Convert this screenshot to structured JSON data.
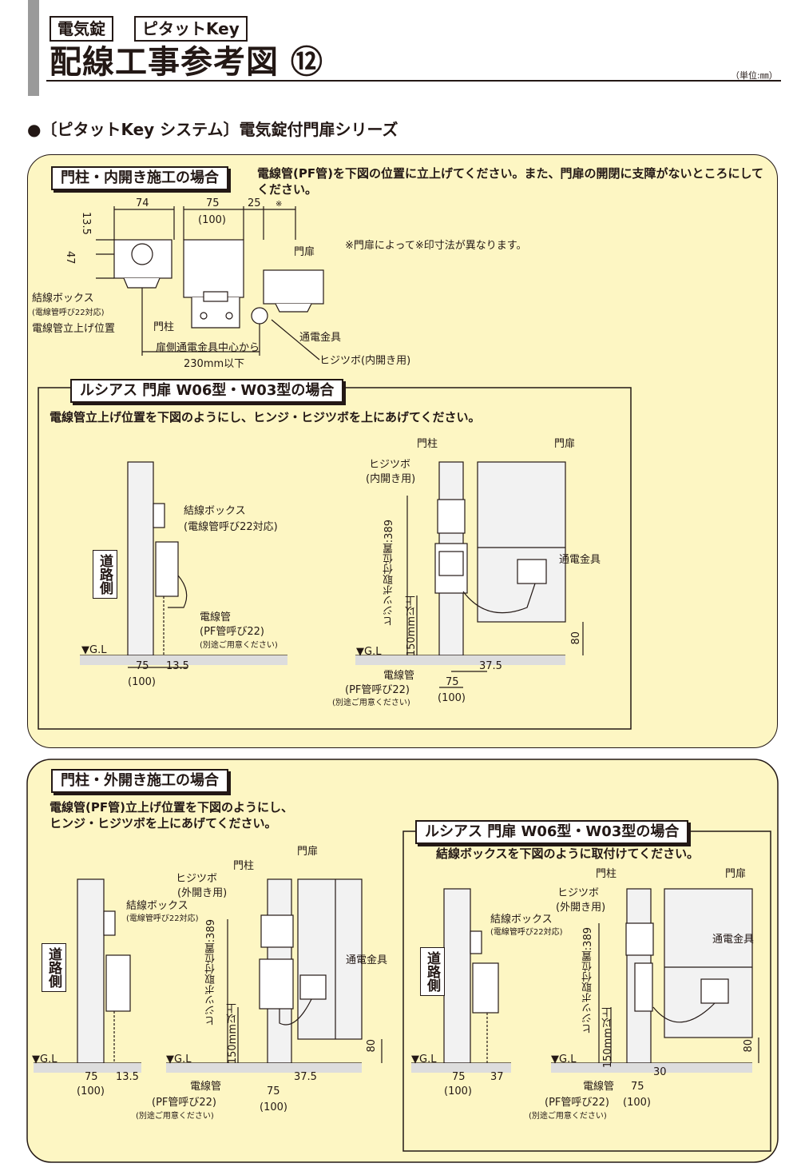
{
  "header": {
    "tag1": "電気錠",
    "tag2": "ピタットKey",
    "title": "配線工事参考図 ⑫",
    "unit": "（単位:㎜）"
  },
  "section_heading": "●〔ピタットKey システム〕電気錠付門扉シリーズ",
  "panel1": {
    "label": "門柱・内開き施工の場合",
    "instruction": "電線管(PF管)を下図の位置に立上げてください。また、門扉の開閉に支障がないところにしてください。",
    "note": "※門扉によって※印寸法が異なります。",
    "dims": {
      "d74": "74",
      "d75": "75",
      "d100": "(100)",
      "d25": "25",
      "dstar": "※",
      "d13_5": "13.5",
      "d47": "47"
    },
    "labels": {
      "box": "結線ボックス",
      "box_sub": "(電線管呼び22対応)",
      "riser": "電線管立上げ位置",
      "pillar": "門柱",
      "door": "門扉",
      "fitting": "通電金具",
      "hinge": "ヒジツボ(内開き用)",
      "center1": "扉側通電金具中心から",
      "center2": "230mm以下"
    },
    "sub": {
      "label": "ルシアス 門扉 W06型・W03型の場合",
      "instruction": "電線管立上げ位置を下図のようにし、ヒンジ・ヒジツボを上にあげてください。",
      "road": "道路側",
      "box": "結線ボックス",
      "box_sub": "(電線管呼び22対応)",
      "conduit": "電線管",
      "conduit_sub": "(PF管呼び22)",
      "conduit_note": "(別途ご用意ください)",
      "gl": "▼G.L",
      "d75": "75",
      "d13_5": "13.5",
      "d100": "(100)",
      "pillar": "門柱",
      "door": "門扉",
      "hinge": "ヒジツボ",
      "hinge_sub": "(内開き用)",
      "fitting": "通電金具",
      "v389": "ヒジツボ取付位置:389",
      "v150": "150mm以上",
      "d80": "80",
      "gl2": "▼G.L",
      "d37_5": "37.5",
      "d75b": "75",
      "d100b": "(100)",
      "conduit2": "電線管",
      "conduit2_sub": "(PF管呼び22)",
      "conduit2_note": "(別途ご用意ください)"
    }
  },
  "panel2": {
    "label": "門柱・外開き施工の場合",
    "instruction1": "電線管(PF管)立上げ位置を下図のようにし、",
    "instruction2": "ヒンジ・ヒジツボを上にあげてください。",
    "left": {
      "road": "道路側",
      "box": "結線ボックス",
      "box_sub": "(電線管呼び22対応)",
      "gl": "▼G.L",
      "d75": "75",
      "d13_5": "13.5",
      "d100": "(100)",
      "hinge": "ヒジツボ",
      "hinge_sub": "(外開き用)",
      "pillar": "門柱",
      "door": "門扉",
      "fitting": "通電金具",
      "v389": "ヒジツボ取付位置:389",
      "v150": "150mm以上",
      "d80": "80",
      "gl2": "▼G.L",
      "d37_5": "37.5",
      "d75b": "75",
      "d100b": "(100)",
      "conduit": "電線管",
      "conduit_sub": "(PF管呼び22)",
      "conduit_note": "(別途ご用意ください)"
    },
    "sub": {
      "label": "ルシアス 門扉 W06型・W03型の場合",
      "instruction": "結線ボックスを下図のように取付けてください。",
      "road": "道路側",
      "box": "結線ボックス",
      "box_sub": "(電線管呼び22対応)",
      "gl": "▼G.L",
      "d75": "75",
      "d37": "37",
      "d100": "(100)",
      "pillar": "門柱",
      "door": "門扉",
      "hinge": "ヒジツボ",
      "hinge_sub": "(外開き用)",
      "fitting": "通電金具",
      "v389": "ヒジツボ取付位置:389",
      "v150": "150mm以上",
      "d80": "80",
      "gl2": "▼G.L",
      "d30": "30",
      "d75b": "75",
      "d100b": "(100)",
      "conduit": "電線管",
      "conduit_sub": "(PF管呼び22)",
      "conduit_note": "(別途ご用意ください)"
    }
  }
}
